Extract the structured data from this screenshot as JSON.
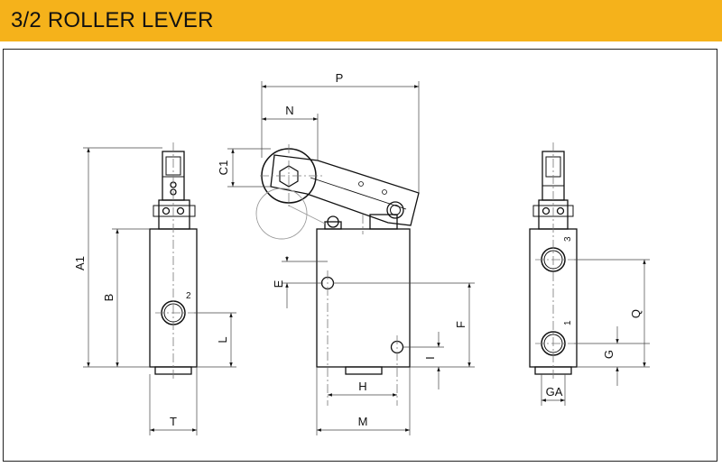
{
  "header": {
    "title": "3/2 ROLLER LEVER",
    "accent_color": "#f5b21b"
  },
  "dimension_labels": {
    "a1": "A1",
    "b": "B",
    "l": "L",
    "t": "T",
    "p": "P",
    "n": "N",
    "c1": "C1",
    "e": "E",
    "f": "F",
    "i": "I",
    "h": "H",
    "m": "M",
    "q": "Q",
    "g": "G",
    "ga": "GA"
  },
  "port_labels": {
    "left_port": "2",
    "right_top_port": "3",
    "right_bottom_port": "1"
  }
}
